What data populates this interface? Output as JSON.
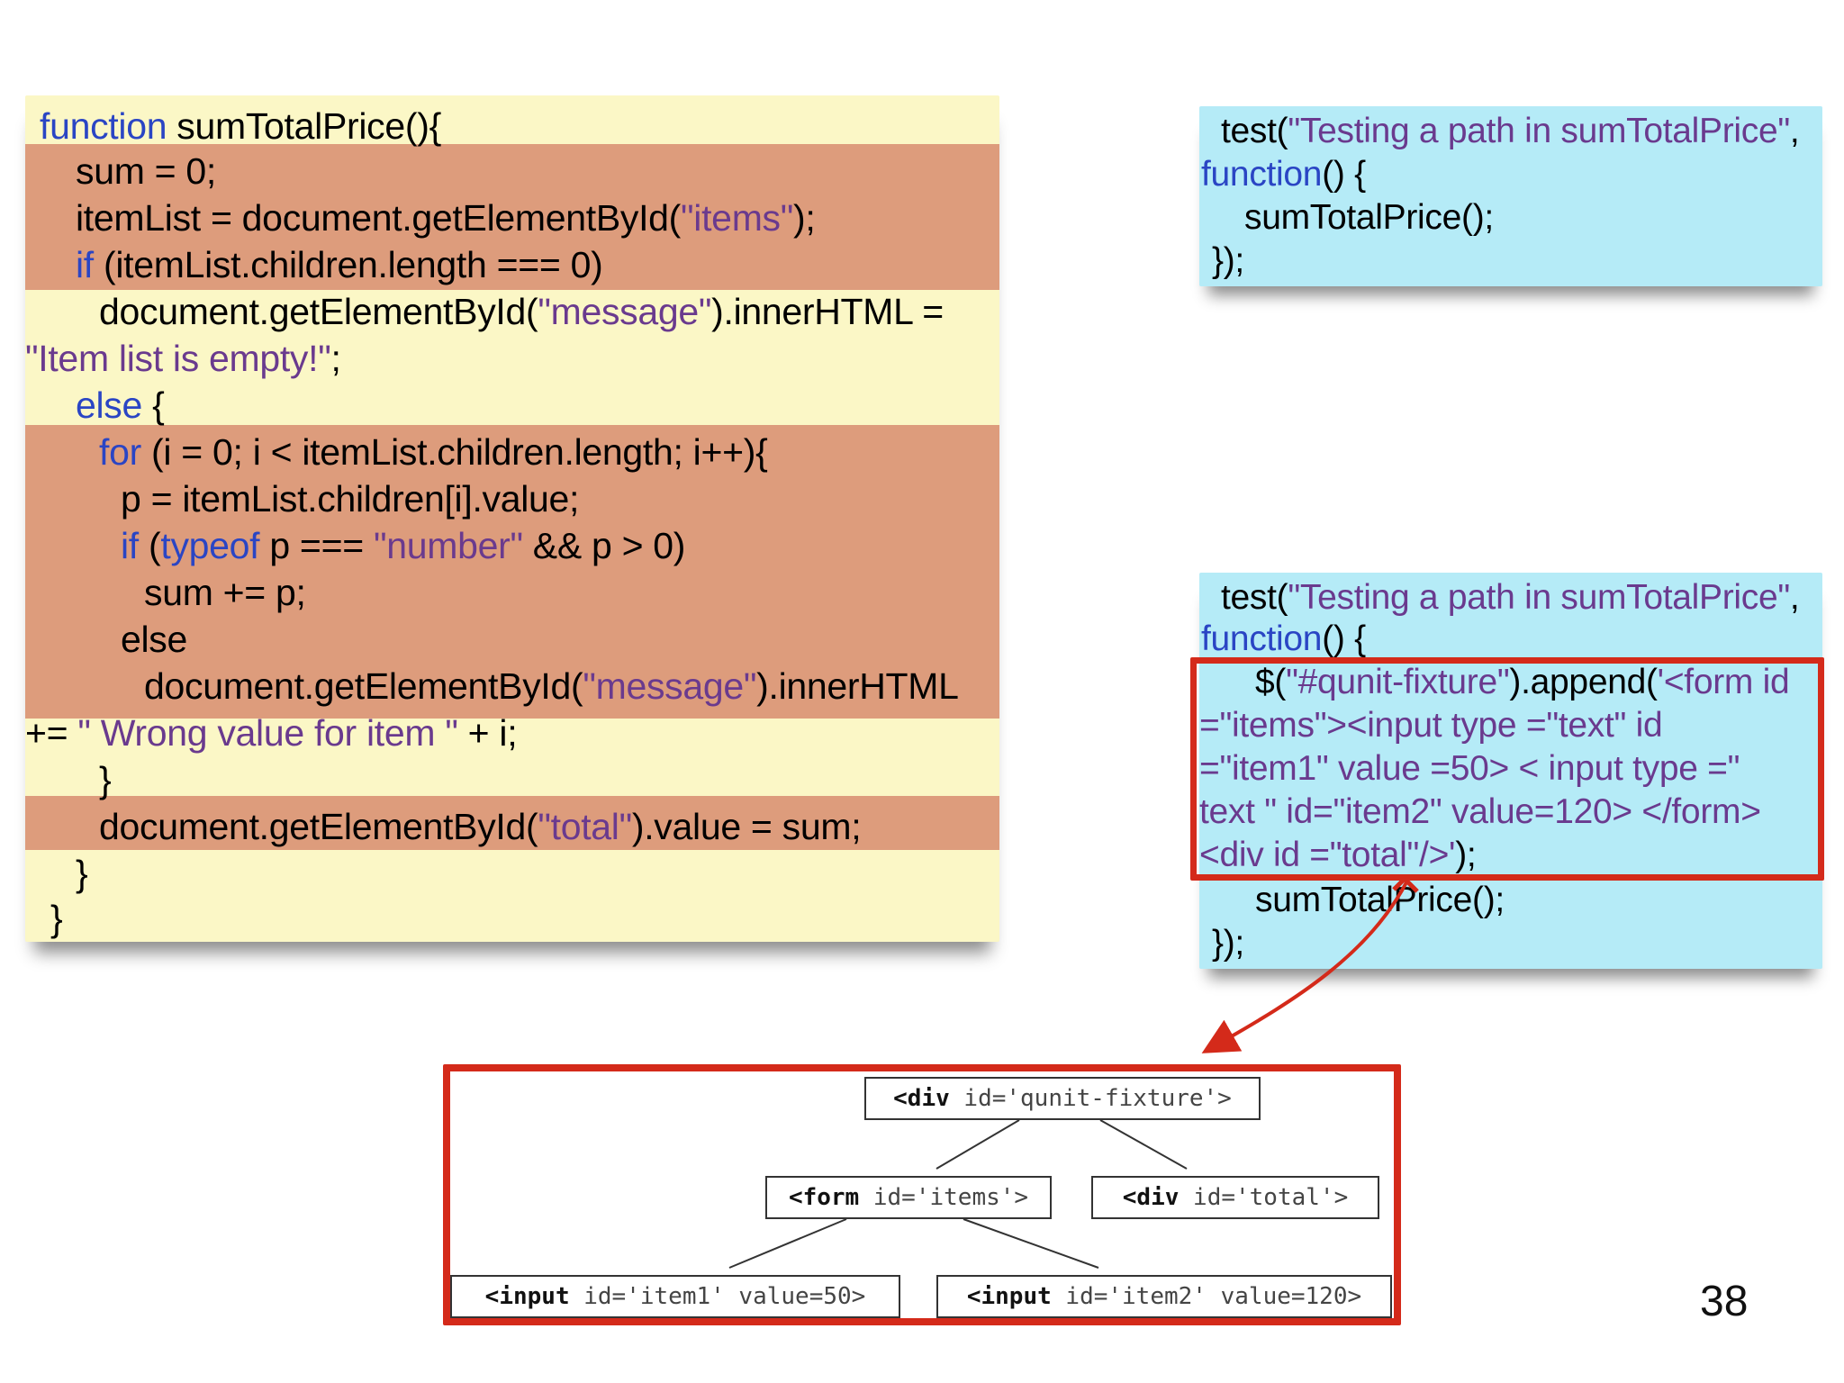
{
  "left_code": {
    "l1_kw": "function",
    "l1_rest": " sumTotalPrice(){",
    "l2": "sum = 0;",
    "l3_a": "itemList = document.getElementById(",
    "l3_str": "\"items\"",
    "l3_b": ");",
    "l4_kw": "if",
    "l4_rest": " (itemList.children.length === 0)",
    "l5_a": "document.getElementById(",
    "l5_str": "\"message\"",
    "l5_b": ").innerHTML =",
    "l6_str": "\"Item list is empty!\"",
    "l6_b": ";",
    "l7_kw": "else",
    "l7_rest": " {",
    "l8_kw": "for",
    "l8_rest": " (i = 0; i < itemList.children.length; i++){",
    "l9": "p = itemList.children[i].value;",
    "l10_kw1": "if",
    "l10_a": " (",
    "l10_kw2": "typeof",
    "l10_b": " p === ",
    "l10_str": "\"number\"",
    "l10_c": " && p > 0)",
    "l11": "sum += p;",
    "l12": "else",
    "l13_a": "document.getElementById(",
    "l13_str": "\"message\"",
    "l13_b": ").innerHTML",
    "l14_a": "+= ",
    "l14_str": "\" Wrong value for item \"",
    "l14_b": " + i;",
    "l15": "}",
    "l16_a": "document.getElementById(",
    "l16_str": "\"total\"",
    "l16_b": ").value = sum;",
    "l17": "}",
    "l18": "}"
  },
  "test1": {
    "l1_a": "test(",
    "l1_str": "\"Testing a path in sumTotalPrice\"",
    "l1_b": ",",
    "l2_kw": "function",
    "l2_rest": "() {",
    "l3": "sumTotalPrice();",
    "l4": "});"
  },
  "test2": {
    "l1_a": "test(",
    "l1_str": "\"Testing a path in sumTotalPrice\"",
    "l1_b": ",",
    "l2_kw": "function",
    "l2_rest": "() {",
    "l3_a": "$(",
    "l3_str1": "\"#qunit-fixture\"",
    "l3_b": ").append(",
    "l3_str2": "'<form id",
    "l4_str": "=\"items\"><input type =\"text\" id",
    "l5_str": "=\"item1\" value =50> < input type =\"",
    "l6_str": "text \" id=\"item2\" value=120> </form>",
    "l7_str": "<div id =\"total\"/>'",
    "l7_b": ");",
    "l8": "sumTotalPrice();",
    "l9": "});"
  },
  "dom_tree": {
    "root_tag": "<div",
    "root_attr": " id='qunit-fixture'>",
    "form_tag": "<form",
    "form_attr": " id='items'>",
    "total_tag": "<div",
    "total_attr": " id='total'>",
    "input1_tag": "<input",
    "input1_attr": " id='item1' value=50>",
    "input2_tag": "<input",
    "input2_attr": " id='item2' value=120>"
  },
  "page_number": "38",
  "colors": {
    "left_card_bg": "#fbf7c6",
    "highlight": "#dd9c7c",
    "test_card_bg": "#b5ebf7",
    "keyword": "#2a45c4",
    "string": "#6a3a8e",
    "annotation_red": "#d42a1a"
  }
}
